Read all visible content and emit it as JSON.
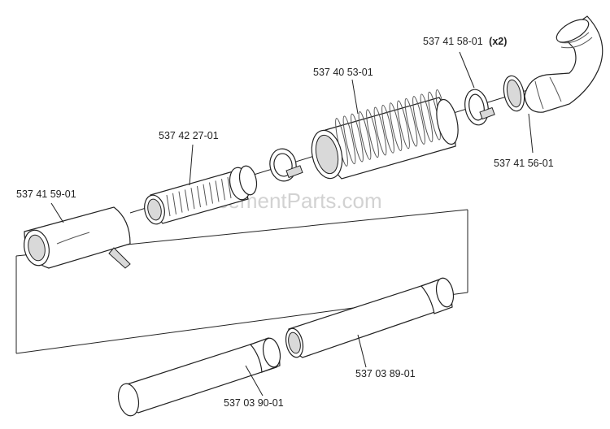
{
  "watermark": "eReplacementParts.com",
  "parts": {
    "elbow": "537 41 56-01",
    "clamps": "537 41 58-01",
    "clamps_qty": "(x2)",
    "flex_hose": "537 40 53-01",
    "coupler_tube": "537 42 27-01",
    "nozzle": "537 41 59-01",
    "tube_long": "537 03 89-01",
    "tube_end": "537 03 90-01"
  }
}
